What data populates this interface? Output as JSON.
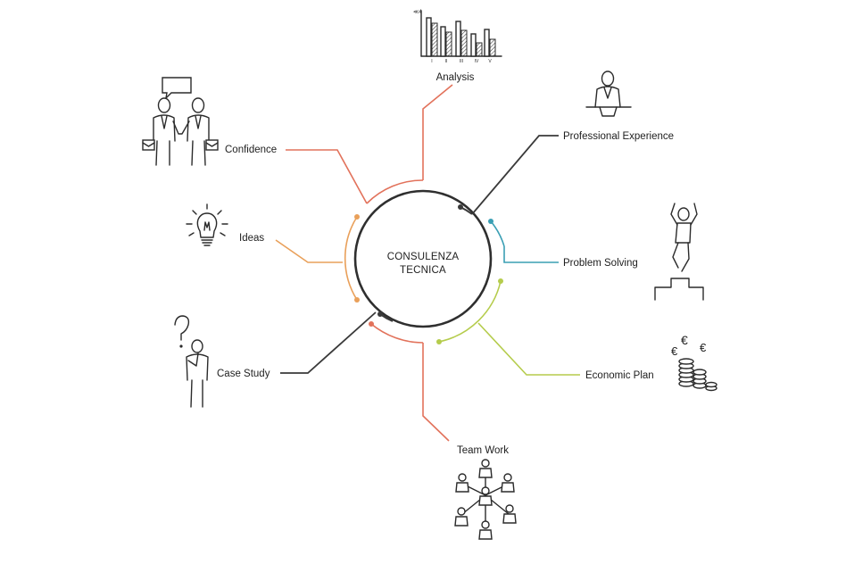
{
  "center": {
    "line1": "CONSULENZA",
    "line2": "TECNICA"
  },
  "nodes": {
    "analysis": {
      "label": "Analysis",
      "color": "#e2725b",
      "icon": "bar-chart-icon"
    },
    "professional_experience": {
      "label": "Professional Experience",
      "color": "#3a3a3a",
      "icon": "businessman-at-desk-icon"
    },
    "problem_solving": {
      "label": "Problem Solving",
      "color": "#3a9fb4",
      "icon": "jumping-man-on-steps-icon"
    },
    "economic_plan": {
      "label": "Economic Plan",
      "color": "#b5cc4c",
      "icon": "euro-coins-icon"
    },
    "team_work": {
      "label": "Team Work",
      "color": "#e2725b",
      "icon": "team-network-icon"
    },
    "case_study": {
      "label": "Case Study",
      "color": "#3a3a3a",
      "icon": "thinking-man-question-icon"
    },
    "ideas": {
      "label": "Ideas",
      "color": "#e9a05a",
      "icon": "light-bulb-icon"
    },
    "confidence": {
      "label": "Confidence",
      "color": "#e2725b",
      "icon": "handshake-speech-bubble-icon"
    }
  },
  "analysis_chart": {
    "axis_labels": [
      "I",
      "II",
      "III",
      "IV",
      "V"
    ]
  }
}
